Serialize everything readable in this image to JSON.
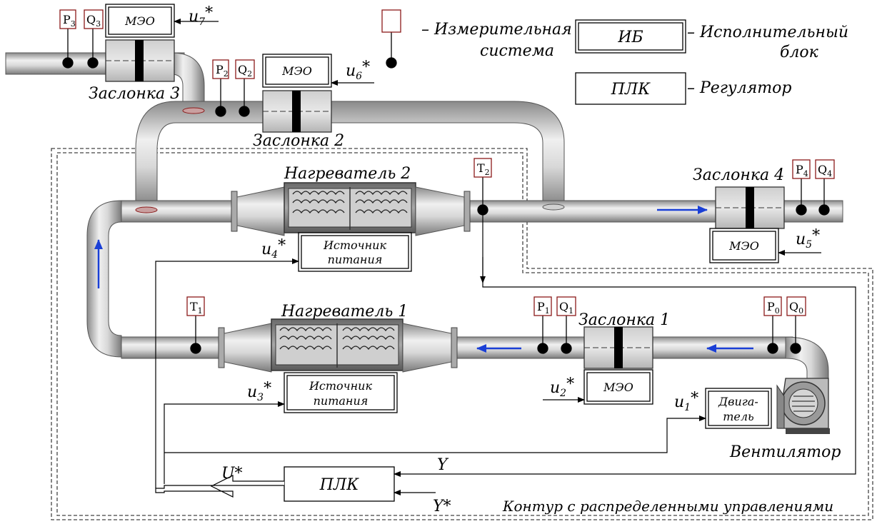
{
  "legend": {
    "measure": "– Измерительная",
    "measure2": "система",
    "ib_box": "ИБ",
    "ib_text": "– Исполнительный",
    "ib_text2": "блок",
    "plc_box": "ПЛК",
    "plc_text": "– Регулятор"
  },
  "dampers": {
    "d1": "Заслонка 1",
    "d2": "Заслонка 2",
    "d3": "Заслонка 3",
    "d4": "Заслонка 4"
  },
  "meo": "МЭО",
  "heaters": {
    "h1": "Нагреватель 1",
    "h2": "Нагреватель 2"
  },
  "power": {
    "line1": "Источник",
    "line2": "питания"
  },
  "motor": {
    "line1": "Двига-",
    "line2": "тель"
  },
  "fan": "Вентилятор",
  "plc": "ПЛК",
  "signals": {
    "u1": "u",
    "u1_sub": "1",
    "u2": "u",
    "u2_sub": "2",
    "u3": "u",
    "u3_sub": "3",
    "u4": "u",
    "u4_sub": "4",
    "u5": "u",
    "u5_sub": "5",
    "u6": "u",
    "u6_sub": "6",
    "u7": "u",
    "u7_sub": "7",
    "star": "*",
    "U": "U*",
    "Y": "Y",
    "Ystar": "Y*"
  },
  "sensors": {
    "P0": "P",
    "P0_sub": "0",
    "Q0": "Q",
    "Q0_sub": "0",
    "P1": "P",
    "P1_sub": "1",
    "Q1": "Q",
    "Q1_sub": "1",
    "P2": "P",
    "P2_sub": "2",
    "Q2": "Q",
    "Q2_sub": "2",
    "P3": "P",
    "P3_sub": "3",
    "Q3": "Q",
    "Q3_sub": "3",
    "P4": "P",
    "P4_sub": "4",
    "Q4": "Q",
    "Q4_sub": "4",
    "T1": "T",
    "T1_sub": "1",
    "T2": "T",
    "T2_sub": "2"
  },
  "contour": "Контур с распределенными управлениями",
  "colors": {
    "sensor_border": "#8b1a1a",
    "flow_arrow": "#1a3fd6",
    "pipe_dark": "#7a7a7a",
    "pipe_light": "#e6e6e6"
  }
}
